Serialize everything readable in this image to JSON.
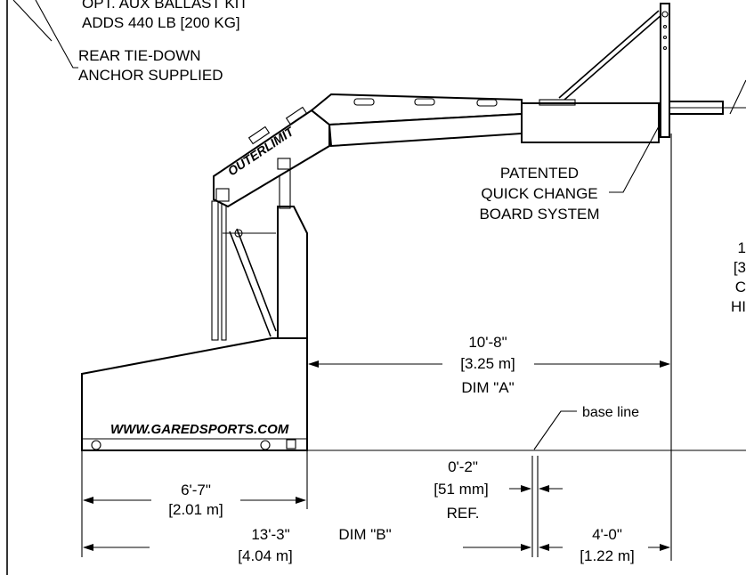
{
  "callouts": {
    "ballast_line1": "OPT. AUX BALLAST KIT",
    "ballast_line2": "ADDS 440 LB [200 KG]",
    "tiedown_line1": "REAR TIE-DOWN",
    "tiedown_line2": "ANCHOR SUPPLIED",
    "board_line1": "PATENTED",
    "board_line2": "QUICK CHANGE",
    "board_line3": "BOARD SYSTEM",
    "base_line": "base line"
  },
  "right_edge": {
    "line1": "1",
    "line2": "[3",
    "line3": "C",
    "line4": "HI"
  },
  "branding": {
    "boom_logo": "OUTERLIMIT",
    "base_website": "WWW.GAREDSPORTS.COM"
  },
  "dimensions": {
    "dim_a_ft": "10'-8\"",
    "dim_a_m": "[3.25 m]",
    "dim_a_name": "DIM \"A\"",
    "base_ft": "6'-7\"",
    "base_m": "[2.01 m]",
    "ref_ft": "0'-2\"",
    "ref_mm": "[51 mm]",
    "ref_label": "REF.",
    "dim_b_ft": "13'-3\"",
    "dim_b_name": "DIM \"B\"",
    "dim_b_m": "[4.04 m]",
    "overhang_ft": "4'-0\"",
    "overhang_m": "[1.22 m]"
  }
}
